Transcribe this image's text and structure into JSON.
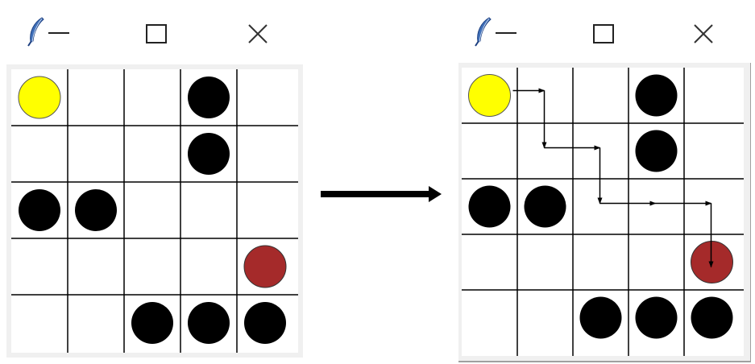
{
  "windows": [
    {
      "id": "before",
      "grid": {
        "rows": 5,
        "cols": 5
      },
      "start": {
        "row": 0,
        "col": 0
      },
      "goal": {
        "row": 3,
        "col": 4
      },
      "obstacles": [
        [
          0,
          3
        ],
        [
          1,
          3
        ],
        [
          2,
          0
        ],
        [
          2,
          1
        ],
        [
          4,
          2
        ],
        [
          4,
          3
        ],
        [
          4,
          4
        ]
      ],
      "path": []
    },
    {
      "id": "after",
      "grid": {
        "rows": 5,
        "cols": 5
      },
      "start": {
        "row": 0,
        "col": 0
      },
      "goal": {
        "row": 3,
        "col": 4
      },
      "obstacles": [
        [
          0,
          3
        ],
        [
          1,
          3
        ],
        [
          2,
          0
        ],
        [
          2,
          1
        ],
        [
          4,
          2
        ],
        [
          4,
          3
        ],
        [
          4,
          4
        ]
      ],
      "path": [
        [
          0,
          0
        ],
        [
          0,
          1
        ],
        [
          1,
          1
        ],
        [
          1,
          2
        ],
        [
          2,
          2
        ],
        [
          2,
          3
        ],
        [
          2,
          4
        ],
        [
          3,
          4
        ]
      ]
    }
  ],
  "colors": {
    "start": "#ffff00",
    "goal": "#a52a2a",
    "obstacle": "#000000",
    "grid_line": "#000000",
    "feather": "#3f6fb8"
  },
  "titlebar": {
    "minimize_glyph": "—",
    "maximize_glyph": "☐",
    "close_glyph": "✕",
    "icon": "feather-icon"
  }
}
